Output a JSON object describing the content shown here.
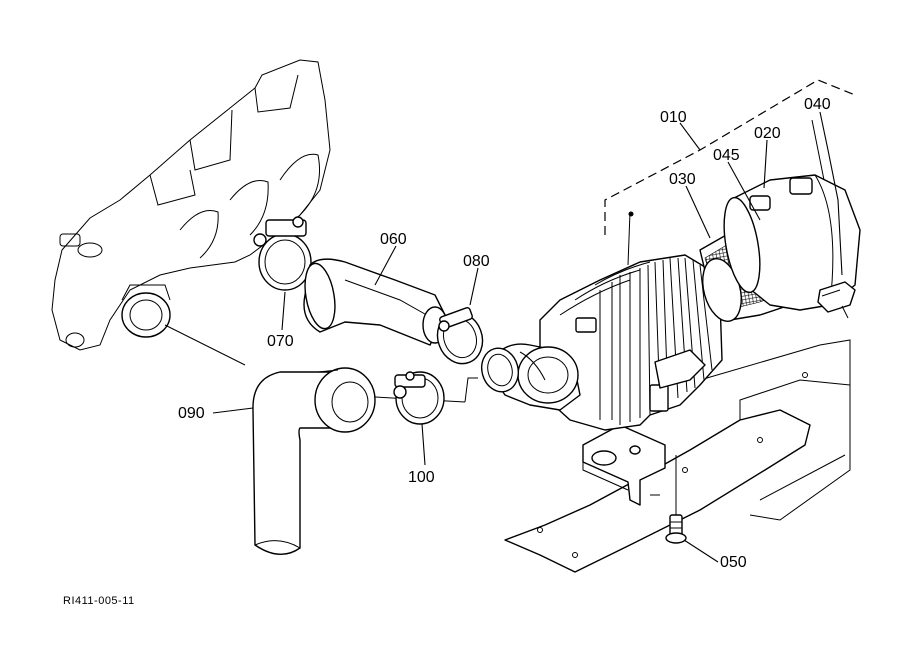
{
  "diagram": {
    "drawing_code": "RI411-005-11",
    "callouts": {
      "p010": "010",
      "p020": "020",
      "p030": "030",
      "p040": "040",
      "p045": "045",
      "p050": "050",
      "p060": "060",
      "p070": "070",
      "p080": "080",
      "p090": "090",
      "p100": "100"
    }
  }
}
